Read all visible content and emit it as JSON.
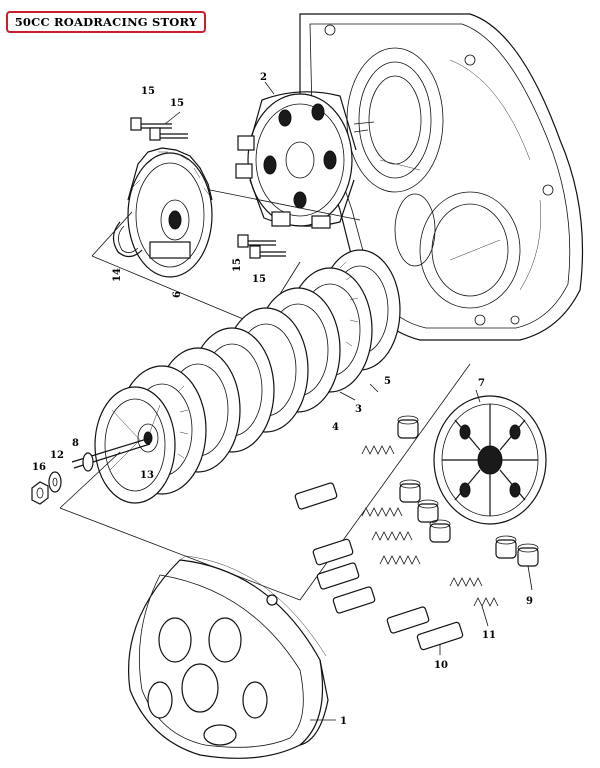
{
  "badge": {
    "text": "50CC ROADRACING STORY"
  },
  "callouts": [
    {
      "id": "label-15a",
      "text": "15"
    },
    {
      "id": "label-15b",
      "text": "15"
    },
    {
      "id": "label-2",
      "text": "2"
    },
    {
      "id": "label-14",
      "text": "14"
    },
    {
      "id": "label-6",
      "text": "6"
    },
    {
      "id": "label-15c",
      "text": "15"
    },
    {
      "id": "label-15d",
      "text": "15"
    },
    {
      "id": "label-5",
      "text": "5"
    },
    {
      "id": "label-3",
      "text": "3"
    },
    {
      "id": "label-4",
      "text": "4"
    },
    {
      "id": "label-7",
      "text": "7"
    },
    {
      "id": "label-16",
      "text": "16"
    },
    {
      "id": "label-12",
      "text": "12"
    },
    {
      "id": "label-8",
      "text": "8"
    },
    {
      "id": "label-13",
      "text": "13"
    },
    {
      "id": "label-9",
      "text": "9"
    },
    {
      "id": "label-11",
      "text": "11"
    },
    {
      "id": "label-10",
      "text": "10"
    },
    {
      "id": "label-1",
      "text": "1"
    }
  ]
}
